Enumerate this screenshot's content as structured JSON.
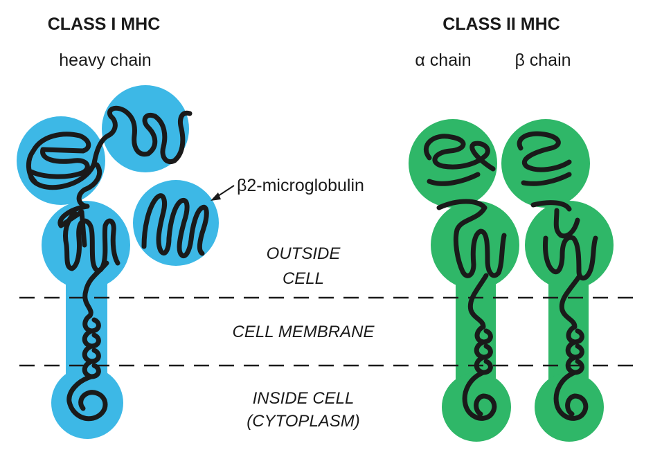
{
  "class1": {
    "title": "CLASS I MHC",
    "heavy_chain_label": "heavy chain",
    "b2m_label": "β2-microglobulin"
  },
  "class2": {
    "title": "CLASS II MHC",
    "alpha_label": "α chain",
    "beta_label": "β chain"
  },
  "regions": {
    "outside_line1": "OUTSIDE",
    "outside_line2": "CELL",
    "membrane": "CELL MEMBRANE",
    "inside_line1": "INSIDE CELL",
    "inside_line2": "(CYTOPLASM)"
  },
  "colors": {
    "class1": "#3db8e6",
    "class2": "#2fb768",
    "chain": "#1a1a1a"
  }
}
